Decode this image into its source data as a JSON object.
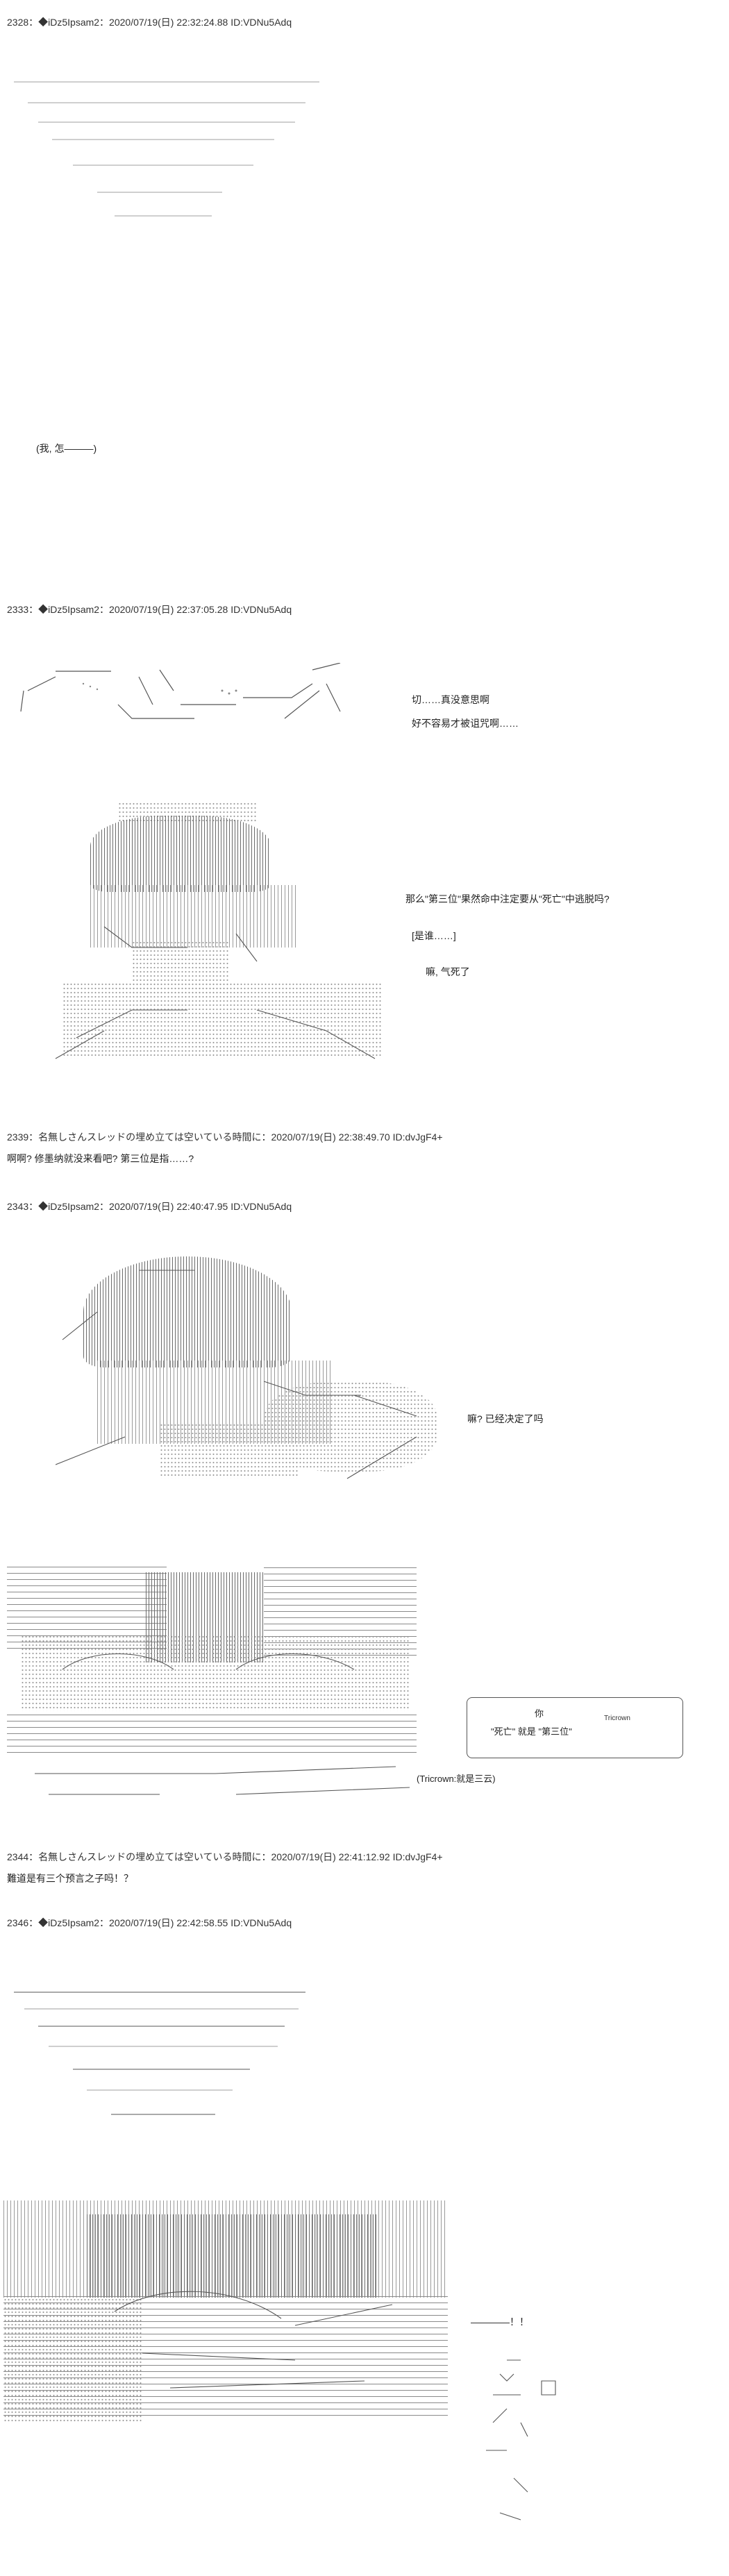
{
  "posts": [
    {
      "header": "2328：◆iDz5Ipsam2：2020/07/19(日) 22:32:24.88 ID:VDNu5Adq",
      "lines": [
        "(我, 怎———)"
      ]
    },
    {
      "header": "2333：◆iDz5Ipsam2：2020/07/19(日) 22:37:05.28 ID:VDNu5Adq",
      "lines": [
        "切……真没意思啊",
        "好不容易才被诅咒啊……",
        "那么\"第三位\"果然命中注定要从\"死亡\"中逃脱吗?",
        "[是谁……]",
        "嘛, 气死了"
      ]
    },
    {
      "header": "2339：名無しさんスレッドの埋め立ては空いている時間に：2020/07/19(日) 22:38:49.70 ID:dvJgF4+",
      "lines": [
        "啊啊? 修墨纳就没来看吧? 第三位是指……?"
      ]
    },
    {
      "header": "2343：◆iDz5Ipsam2：2020/07/19(日) 22:40:47.95 ID:VDNu5Adq",
      "lines": [
        "嘛? 已经决定了吗",
        "你",
        "\"死亡\" 就是 \"第三位\"",
        "Tricrown",
        "(Tricrown:就是三云)"
      ]
    },
    {
      "header": "2344：名無しさんスレッドの埋め立ては空いている時間に：2020/07/19(日) 22:41:12.92 ID:dvJgF4+",
      "lines": [
        "難道是有三个预言之子吗！？"
      ]
    },
    {
      "header": "2346：◆iDz5Ipsam2：2020/07/19(日) 22:42:58.55 ID:VDNu5Adq",
      "lines": [
        "————！！"
      ]
    }
  ]
}
